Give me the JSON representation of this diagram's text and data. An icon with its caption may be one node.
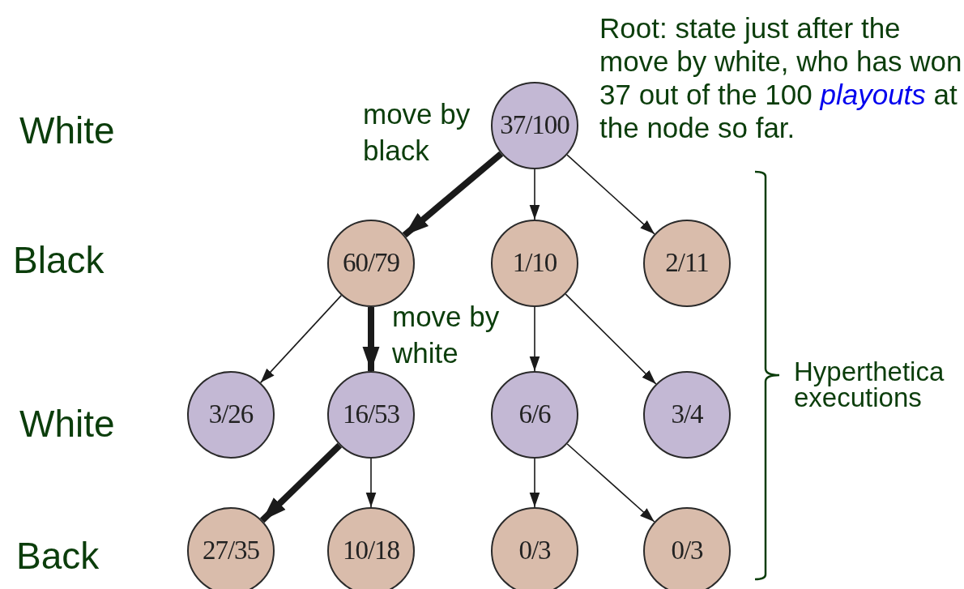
{
  "diagram": {
    "nodes": [
      {
        "text": [
          "37/100"
        ]
      },
      {
        "text": [
          "60/79"
        ]
      },
      {
        "text": [
          "1/10"
        ]
      },
      {
        "text": [
          "2/11"
        ]
      },
      {
        "text": [
          "3/26"
        ]
      },
      {
        "text": [
          "16/53"
        ]
      },
      {
        "text": [
          "6/6"
        ]
      },
      {
        "text": [
          "3/4"
        ]
      },
      {
        "text": [
          "27/35"
        ]
      },
      {
        "text": [
          "10/18"
        ]
      },
      {
        "text": [
          "0/3"
        ]
      },
      {
        "text": [
          "0/3"
        ]
      }
    ],
    "edges": [
      {
        "from": 0,
        "to": 1,
        "arrow": "to",
        "style": "thick"
      },
      {
        "from": 0,
        "to": 2,
        "arrow": "to"
      },
      {
        "from": 0,
        "to": 3,
        "arrow": "to"
      },
      {
        "from": 1,
        "to": 4,
        "arrow": "to"
      },
      {
        "from": 1,
        "to": 5,
        "arrow": "to",
        "style": "thick"
      },
      {
        "from": 2,
        "to": 6,
        "arrow": "to"
      },
      {
        "from": 2,
        "to": 7,
        "arrow": "to"
      },
      {
        "from": 5,
        "to": 8,
        "arrow": "to",
        "style": "thick"
      },
      {
        "from": 5,
        "to": 9,
        "arrow": "to"
      },
      {
        "from": 6,
        "to": 10,
        "arrow": "to"
      },
      {
        "from": 6,
        "to": 11,
        "arrow": "to"
      }
    ],
    "labels": [
      "Root: state just after the move by white, who has won 37 out of the 100 *playouts* at the node so far.",
      "White",
      "move by black",
      "Black",
      "move by white",
      "Hyperthetica executions",
      "White",
      "Back"
    ]
  }
}
